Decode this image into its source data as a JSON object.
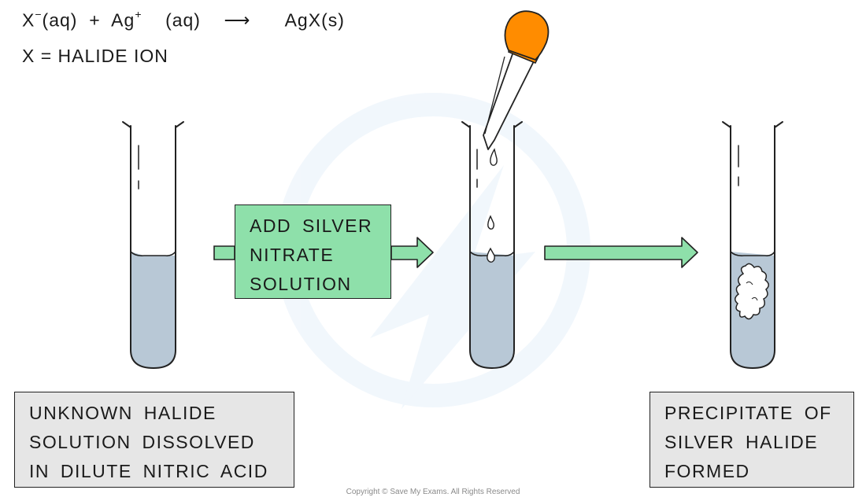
{
  "equation": {
    "reactant1": "X",
    "reactant1_charge": "−",
    "reactant1_state": "(aq)",
    "plus": "+",
    "reactant2": "Ag",
    "reactant2_charge": "+",
    "reactant2_state": "(aq)",
    "arrow": "⟶",
    "product": "AgX(s)",
    "definition": "X = HALIDE  ION"
  },
  "labels": {
    "step_label": "ADD  SILVER\nNITRATE\nSOLUTION",
    "start_label": "UNKNOWN  HALIDE\nSOLUTION  DISSOLVED\nIN  DILUTE  NITRIC  ACID",
    "end_label": "PRECIPITATE  OF\nSILVER  HALIDE\nFORMED"
  },
  "copyright": "Copyright © Save My Exams. All Rights Reserved",
  "colors": {
    "solution": "#b8c8d6",
    "arrow_fill": "#8ee0aa",
    "box_grey": "#e6e6e6",
    "dropper_bulb": "#ff8c00",
    "outline": "#222222"
  }
}
